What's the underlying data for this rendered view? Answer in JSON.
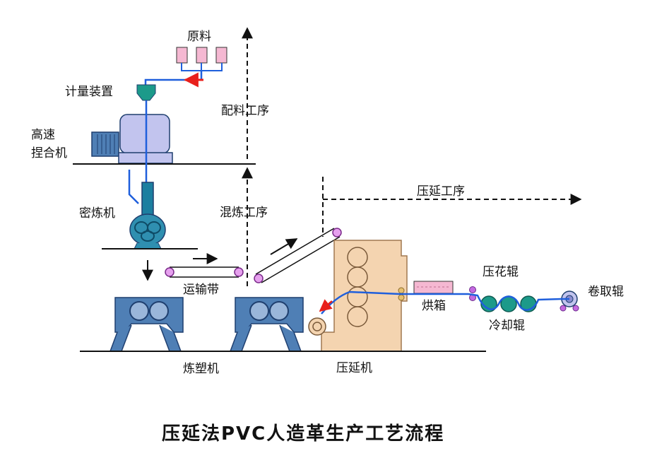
{
  "labels": {
    "raw_material": "原料",
    "metering_device": "计量装置",
    "high_speed_line1": "高速",
    "high_speed_line2": "捏合机",
    "banbury_mixer": "密炼机",
    "conveyor_belt": "运输带",
    "plasticizer": "炼塑机",
    "calender": "压延机",
    "oven": "烘箱",
    "embossing_roll": "压花辊",
    "cooling_roll": "冷却辊",
    "winding_roll": "卷取辊",
    "stage_batching": "配料工序",
    "stage_mixing": "混炼工序",
    "stage_calendering": "压延工序"
  },
  "title": "压延法PVC人造革生产工艺流程",
  "colors": {
    "machine_blue": "#4f7fb5",
    "machine_dark": "#1f3f6f",
    "hopper_pink": "#f5b8d2",
    "mixer_lavender": "#c2c4ee",
    "calender_tan": "#f4d4b0",
    "roller_teal": "#1c9a8a",
    "roller_purple": "#c46ae0",
    "flow_line": "#1f5fdc",
    "arrow_red": "#e8201c"
  }
}
